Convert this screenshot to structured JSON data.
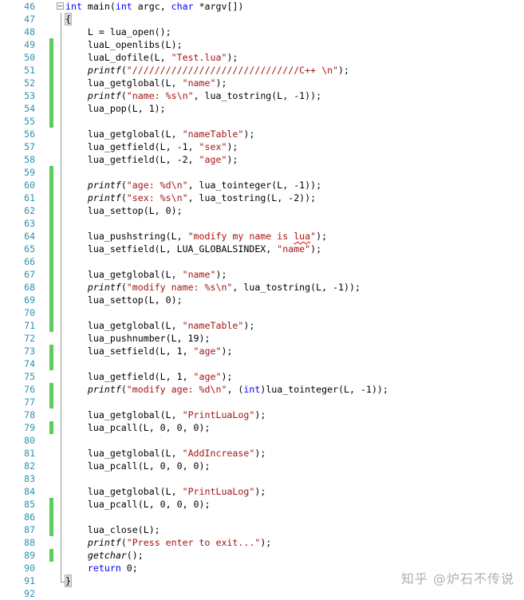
{
  "editor": {
    "lines": [
      {
        "n": "46",
        "changed": false,
        "text": "int main(int argc, char *argv[])"
      },
      {
        "n": "47",
        "changed": false,
        "text": "{"
      },
      {
        "n": "48",
        "changed": false,
        "text": "    L = lua_open();"
      },
      {
        "n": "49",
        "changed": true,
        "text": "    luaL_openlibs(L);"
      },
      {
        "n": "50",
        "changed": true,
        "text": "    luaL_dofile(L, \"Test.lua\");"
      },
      {
        "n": "51",
        "changed": true,
        "text": "    printf(\"//////////////////////////////C++ \\n\");"
      },
      {
        "n": "52",
        "changed": true,
        "text": "    lua_getglobal(L, \"name\");"
      },
      {
        "n": "53",
        "changed": true,
        "text": "    printf(\"name: %s\\n\", lua_tostring(L, -1));"
      },
      {
        "n": "54",
        "changed": true,
        "text": "    lua_pop(L, 1);"
      },
      {
        "n": "55",
        "changed": true,
        "text": ""
      },
      {
        "n": "56",
        "changed": false,
        "text": "    lua_getglobal(L, \"nameTable\");"
      },
      {
        "n": "57",
        "changed": false,
        "text": "    lua_getfield(L, -1, \"sex\");"
      },
      {
        "n": "58",
        "changed": false,
        "text": "    lua_getfield(L, -2, \"age\");"
      },
      {
        "n": "59",
        "changed": true,
        "text": ""
      },
      {
        "n": "60",
        "changed": true,
        "text": "    printf(\"age: %d\\n\", lua_tointeger(L, -1));"
      },
      {
        "n": "61",
        "changed": true,
        "text": "    printf(\"sex: %s\\n\", lua_tostring(L, -2));"
      },
      {
        "n": "62",
        "changed": true,
        "text": "    lua_settop(L, 0);"
      },
      {
        "n": "63",
        "changed": true,
        "text": ""
      },
      {
        "n": "64",
        "changed": true,
        "text": "    lua_pushstring(L, \"modify my name is lua\");"
      },
      {
        "n": "65",
        "changed": true,
        "text": "    lua_setfield(L, LUA_GLOBALSINDEX, \"name\");"
      },
      {
        "n": "66",
        "changed": true,
        "text": ""
      },
      {
        "n": "67",
        "changed": true,
        "text": "    lua_getglobal(L, \"name\");"
      },
      {
        "n": "68",
        "changed": true,
        "text": "    printf(\"modify name: %s\\n\", lua_tostring(L, -1));"
      },
      {
        "n": "69",
        "changed": true,
        "text": "    lua_settop(L, 0);"
      },
      {
        "n": "70",
        "changed": true,
        "text": ""
      },
      {
        "n": "71",
        "changed": true,
        "text": "    lua_getglobal(L, \"nameTable\");"
      },
      {
        "n": "72",
        "changed": false,
        "text": "    lua_pushnumber(L, 19);"
      },
      {
        "n": "73",
        "changed": true,
        "text": "    lua_setfield(L, 1, \"age\");"
      },
      {
        "n": "74",
        "changed": true,
        "text": ""
      },
      {
        "n": "75",
        "changed": false,
        "text": "    lua_getfield(L, 1, \"age\");"
      },
      {
        "n": "76",
        "changed": true,
        "text": "    printf(\"modify age: %d\\n\", (int)lua_tointeger(L, -1));"
      },
      {
        "n": "77",
        "changed": true,
        "text": ""
      },
      {
        "n": "78",
        "changed": false,
        "text": "    lua_getglobal(L, \"PrintLuaLog\");"
      },
      {
        "n": "79",
        "changed": true,
        "text": "    lua_pcall(L, 0, 0, 0);"
      },
      {
        "n": "80",
        "changed": false,
        "text": ""
      },
      {
        "n": "81",
        "changed": false,
        "text": "    lua_getglobal(L, \"AddIncrease\");"
      },
      {
        "n": "82",
        "changed": false,
        "text": "    lua_pcall(L, 0, 0, 0);"
      },
      {
        "n": "83",
        "changed": false,
        "text": ""
      },
      {
        "n": "84",
        "changed": false,
        "text": "    lua_getglobal(L, \"PrintLuaLog\");"
      },
      {
        "n": "85",
        "changed": true,
        "text": "    lua_pcall(L, 0, 0, 0);"
      },
      {
        "n": "86",
        "changed": true,
        "text": ""
      },
      {
        "n": "87",
        "changed": true,
        "text": "    lua_close(L);"
      },
      {
        "n": "88",
        "changed": false,
        "text": "    printf(\"Press enter to exit...\");"
      },
      {
        "n": "89",
        "changed": true,
        "text": "    getchar();"
      },
      {
        "n": "90",
        "changed": false,
        "text": "    return 0;"
      },
      {
        "n": "91",
        "changed": false,
        "text": "}"
      },
      {
        "n": "92",
        "changed": false,
        "text": ""
      }
    ]
  },
  "watermark": "知乎 @炉石不传说",
  "colors": {
    "line_number": "#2b91af",
    "keyword": "#0000ff",
    "string": "#a31515",
    "change_bar": "#5ccc5c"
  }
}
